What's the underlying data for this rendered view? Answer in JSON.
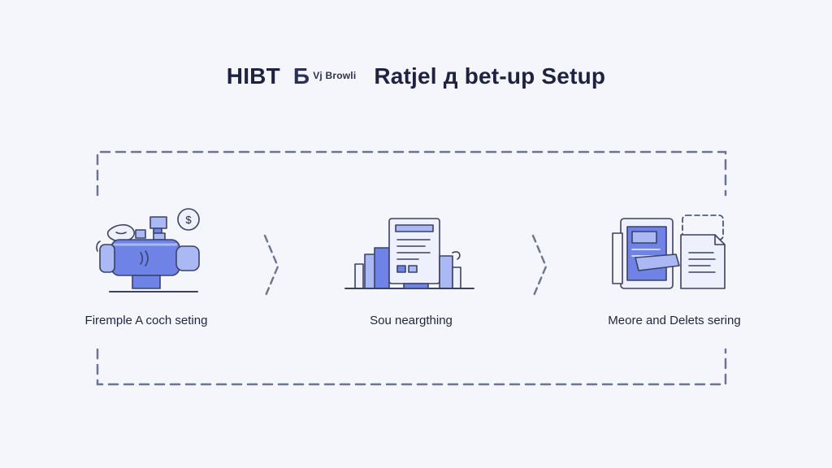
{
  "title": {
    "part1": "HIBT",
    "glyph": "Б",
    "logo": "Vj Browli",
    "part2": "Ratjel д bet-up Setup"
  },
  "steps": [
    {
      "label": "Firemple A coch seting",
      "icon": "pipe-valve-icon"
    },
    {
      "label": "Sou neargthing",
      "icon": "document-city-icon"
    },
    {
      "label": "Meore and Delets sering",
      "icon": "files-transfer-icon"
    }
  ],
  "badges": {
    "coin": "$",
    "wave": "))"
  },
  "colors": {
    "accent": "#6f82e6",
    "accent_light": "#aab8f4",
    "stroke": "#3a4266",
    "dash": "#6b7492",
    "background": "#f4f6fb"
  }
}
